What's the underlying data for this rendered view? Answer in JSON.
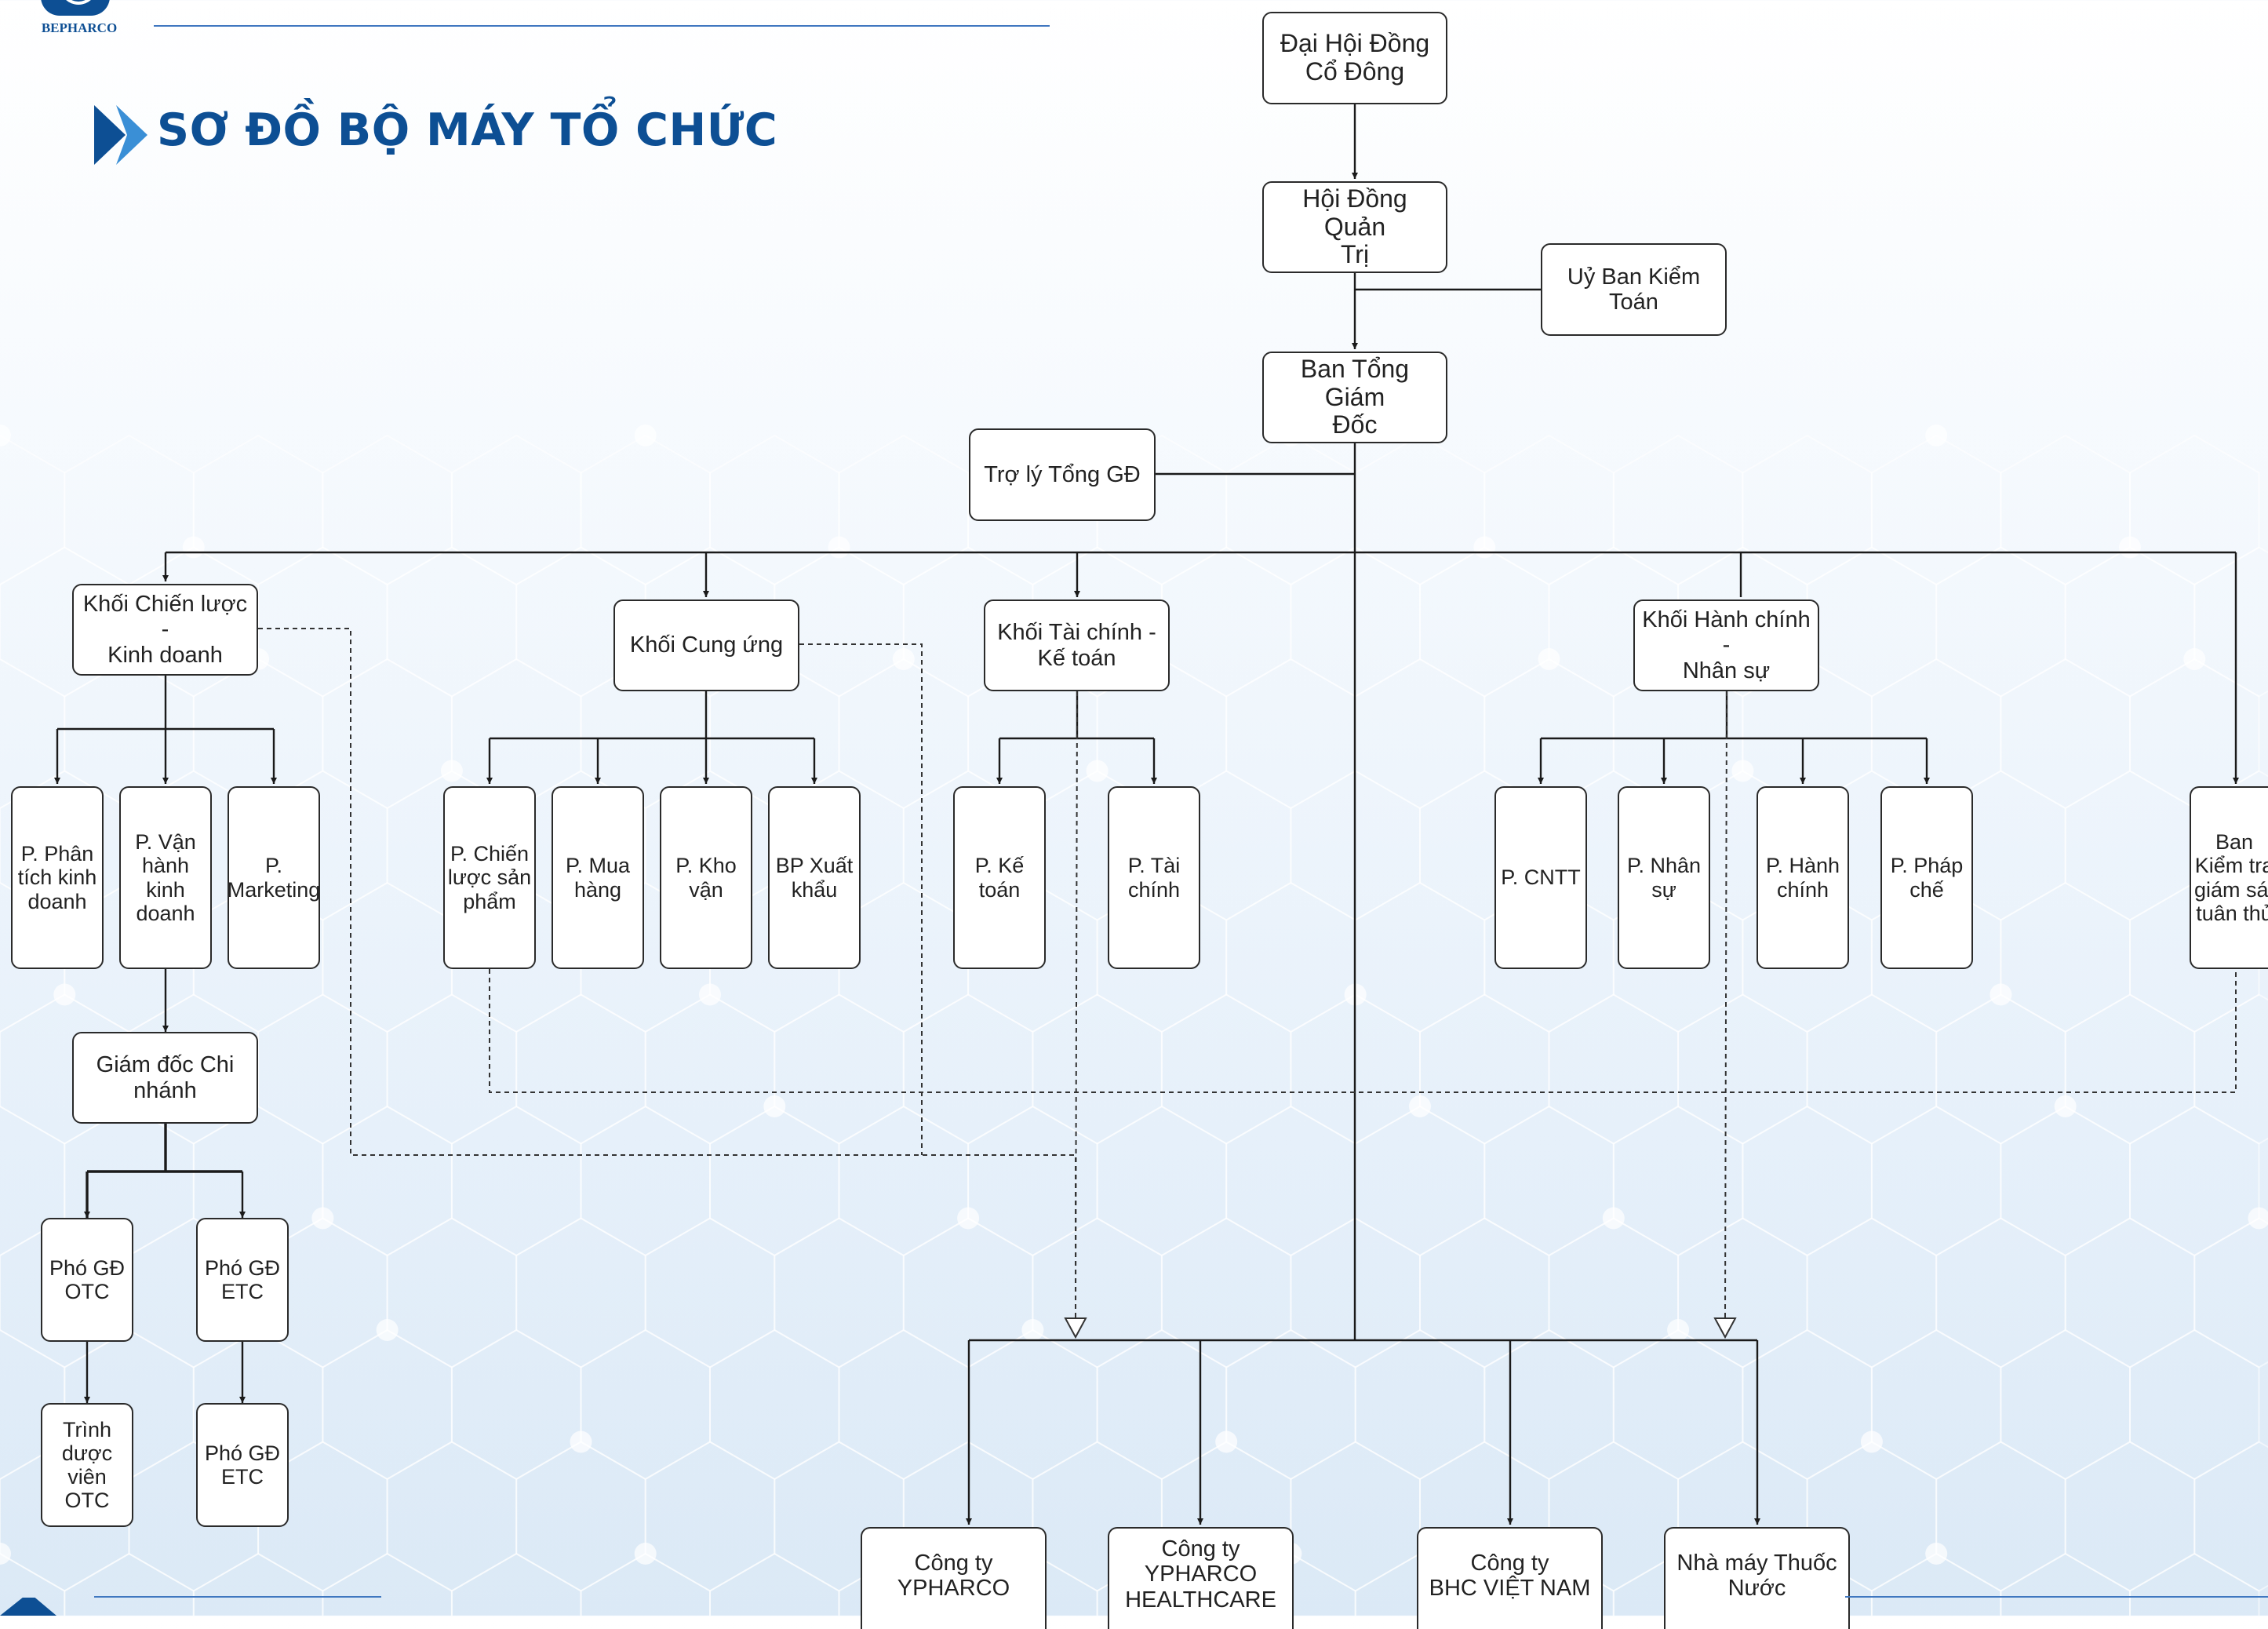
{
  "header": {
    "logo_text": "BEPHARCO",
    "title": "SƠ ĐỒ BỘ MÁY TỔ CHỨC"
  },
  "colors": {
    "brand": "#0d4f94",
    "rule": "#3f77c0",
    "node_border": "#2a2a2a",
    "line": "#1a1a1a"
  },
  "icons": {
    "title_icon": "double-chevron-right-icon",
    "logo": "bepharco-logo"
  },
  "org": {
    "top": {
      "dhdcd": "Đại Hội Đồng\nCổ Đông",
      "hdqt": "Hội Đồng Quản\nTrị",
      "ubkt": "Uỷ Ban Kiểm Toán",
      "btgd": "Ban Tổng Giám\nĐốc",
      "tro_ly": "Trợ lý Tổng GĐ"
    },
    "blocks": {
      "chien_luoc": "Khối Chiến lược -\nKinh doanh",
      "cung_ung": "Khối Cung ứng",
      "tai_chinh": "Khối Tài chính -\nKế toán",
      "hanh_chinh": "Khối Hành chính -\nNhân sự"
    },
    "chien_luoc_units": {
      "phan_tich": "P. Phân\ntích kinh\ndoanh",
      "van_hanh": "P. Vận\nhành\nkinh\ndoanh",
      "marketing": "P.\nMarketing",
      "gd_chi_nhanh": "Giám đốc Chi\nnhánh",
      "pho_gd_otc": "Phó GĐ\nOTC",
      "pho_gd_etc": "Phó GĐ\nETC",
      "trinh_duoc_vien": "Trình\ndược\nviên\nOTC",
      "pho_gd_etc_2": "Phó GĐ\nETC"
    },
    "cung_ung_units": {
      "chien_luoc_sp": "P. Chiến\nlược sản\nphẩm",
      "mua_hang": "P. Mua\nhàng",
      "kho_van": "P. Kho\nvận",
      "xuat_khau": "BP Xuất\nkhẩu"
    },
    "tai_chinh_units": {
      "ke_toan": "P. Kế\ntoán",
      "tai_chinh": "P. Tài\nchính"
    },
    "hanh_chinh_units": {
      "cntt": "P. CNTT",
      "nhan_su": "P. Nhân\nsự",
      "hanh_chinh": "P. Hành\nchính",
      "phap_che": "P. Pháp\nchế"
    },
    "ban_kiem_tra": "Ban\nKiểm tra\ngiám sát\ntuân thủ",
    "subsidiaries": {
      "ypharco": "Công ty\nYPHARCO",
      "ypharco_hc": "Công ty\nYPHARCO\nHEALTHCARE",
      "bhc": "Công ty\nBHC VIỆT NAM",
      "nha_may": "Nhà máy Thuốc\nNước"
    }
  }
}
